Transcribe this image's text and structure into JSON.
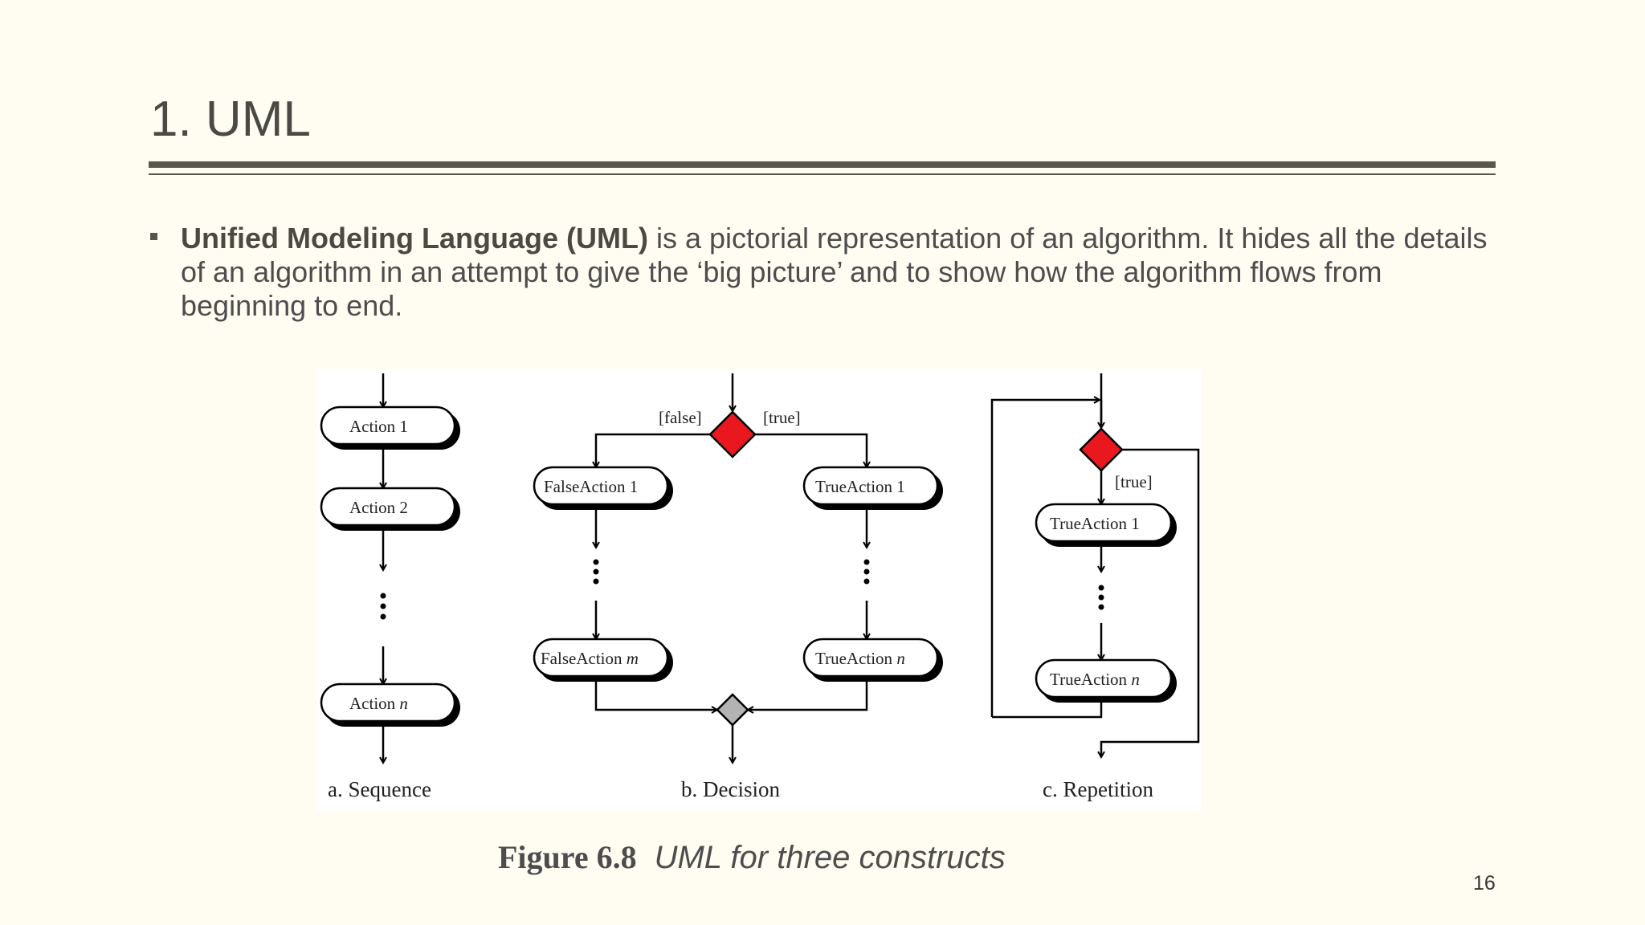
{
  "slide": {
    "title": "1. UML",
    "page_number": "16"
  },
  "bullet": {
    "term": "Unified Modeling Language (UML)",
    "text": " is a pictorial representation of an algorithm. It hides all the details of an algorithm in an attempt to give the ‘big picture’ and to show how the algorithm flows from beginning to end."
  },
  "figure": {
    "sequence": {
      "caption": "a. Sequence",
      "action1": "Action 1",
      "action2": "Action 2",
      "action_n_prefix": "Action ",
      "action_n_var": "n"
    },
    "decision": {
      "caption": "b. Decision",
      "false_guard": "[false]",
      "true_guard": "[true]",
      "false_action1": "FalseAction 1",
      "false_action_m_prefix": "FalseAction ",
      "false_action_m_var": "m",
      "true_action1": "TrueAction 1",
      "true_action_n_prefix": "TrueAction ",
      "true_action_n_var": "n"
    },
    "repetition": {
      "caption": "c. Repetition",
      "true_guard": "[true]",
      "true_action1": "TrueAction 1",
      "true_action_n_prefix": "TrueAction ",
      "true_action_n_var": "n"
    },
    "caption_number": "Figure 6.8",
    "caption_text": "UML for three constructs"
  },
  "colors": {
    "background": "#fffdf2",
    "decision_diamond": "#e8181e",
    "merge_diamond": "#b3b3b3",
    "rule": "#5a574a"
  }
}
